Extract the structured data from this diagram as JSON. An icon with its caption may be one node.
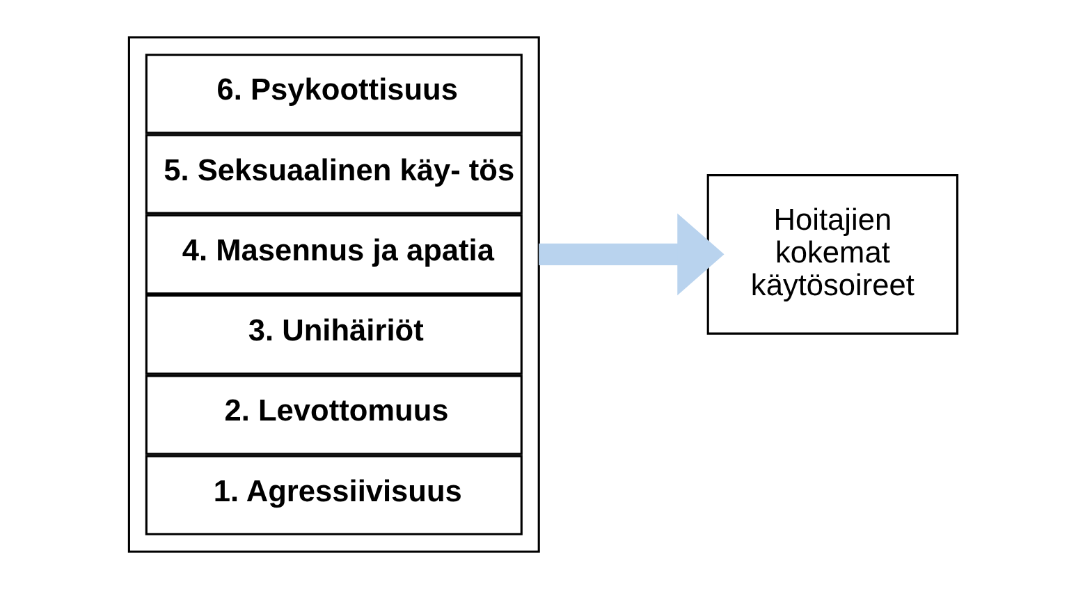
{
  "diagram": {
    "nodes": [
      {
        "text": [],
        "shape": "box"
      },
      {
        "text": [
          "1. Agressiivisuus"
        ],
        "in": 0
      },
      {
        "text": [
          "2. Levottomuus"
        ],
        "in": 0
      },
      {
        "text": [
          "3. Unihäiriöt"
        ],
        "in": 0
      },
      {
        "text": [
          "4. Masennus ja apatia"
        ],
        "in": 0
      },
      {
        "text": [
          "5. Seksuaalinen käy- tös"
        ],
        "in": 0
      },
      {
        "text": [
          "6. Psykoottisuus"
        ],
        "in": 0
      },
      {
        "text": [
          "Hoitajien kokemat käytösoireet"
        ]
      }
    ],
    "edges": [
      {
        "from": 0,
        "to": 7,
        "arrow": "to",
        "color": "#b9d3ee"
      }
    ]
  }
}
